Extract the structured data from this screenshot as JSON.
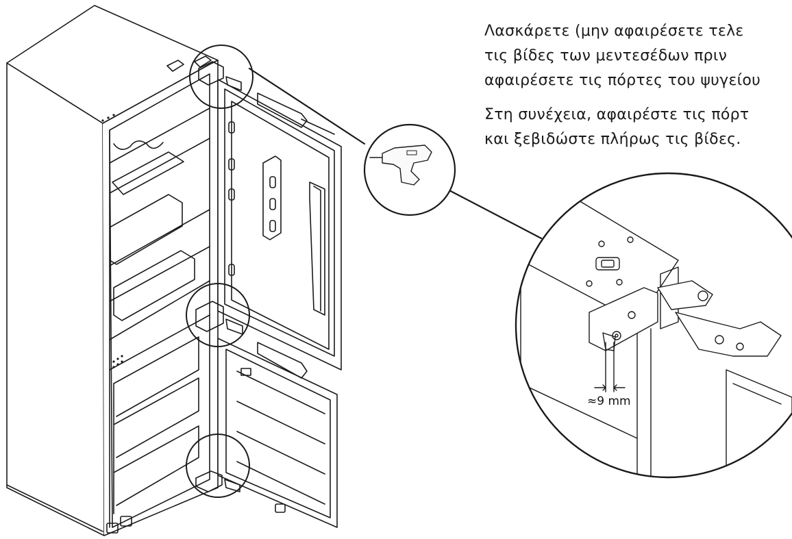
{
  "instructions": {
    "paragraph1": [
      "Λασκάρετε (μην αφαιρέσετε τελε",
      "τις βίδες των μεντεσέδων πριν",
      "αφαιρέσετε τις πόρτες του ψυγείου"
    ],
    "paragraph2": [
      "Στη συνέχεια, αφαιρέστε τις πόρτ",
      "και ξεβιδώστε πλήρως τις βίδες."
    ]
  },
  "detail": {
    "measurement_label": "≈9 mm"
  },
  "icons": [
    "refrigerator-illustration",
    "cordless-screwdriver-icon",
    "hinge-detail-magnifier"
  ],
  "colors": {
    "line": "#1a1a1a",
    "background": "#ffffff"
  }
}
